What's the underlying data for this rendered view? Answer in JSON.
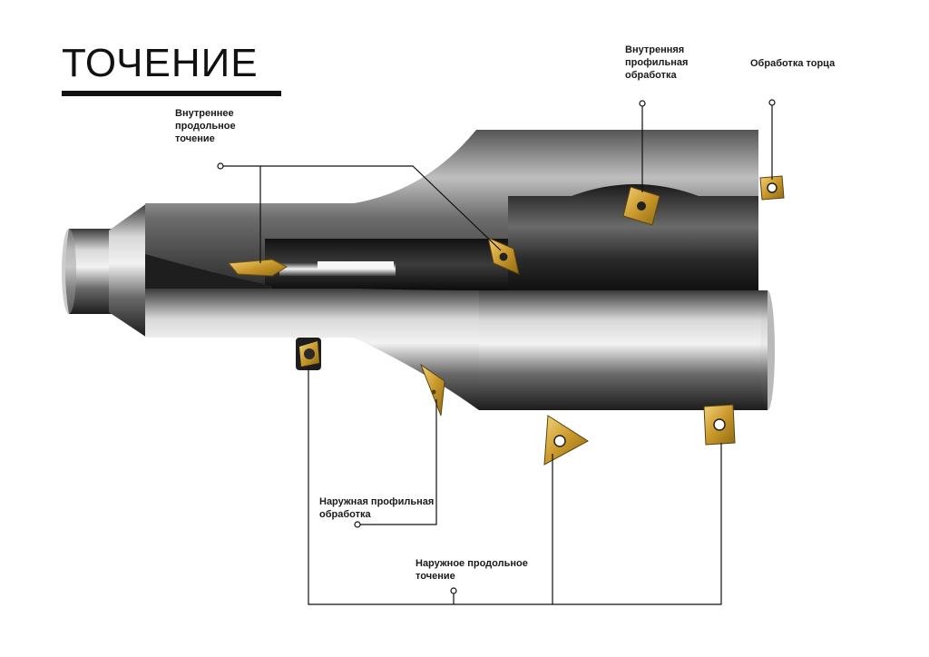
{
  "title": "ТОЧЕНИЕ",
  "labels": {
    "inner_longitudinal": "Внутреннее\nпродольное\nточение",
    "inner_profile": "Внутренняя\nпрофильная\nобработка",
    "face": "Обработка торца",
    "outer_profile": "Наружная профильная\nобработка",
    "outer_longitudinal": "Наружное продольное\nточение"
  },
  "colors": {
    "insert_gold": "#d4a93a",
    "metal_dark": "#2a2a2a",
    "metal_light": "#e9e9e9",
    "leader": "#111111"
  },
  "icons": [
    "round-insert-icon",
    "rhombic-insert-icon",
    "square-insert-icon",
    "trigon-insert-icon",
    "grooving-insert-icon",
    "boring-bar-icon"
  ]
}
